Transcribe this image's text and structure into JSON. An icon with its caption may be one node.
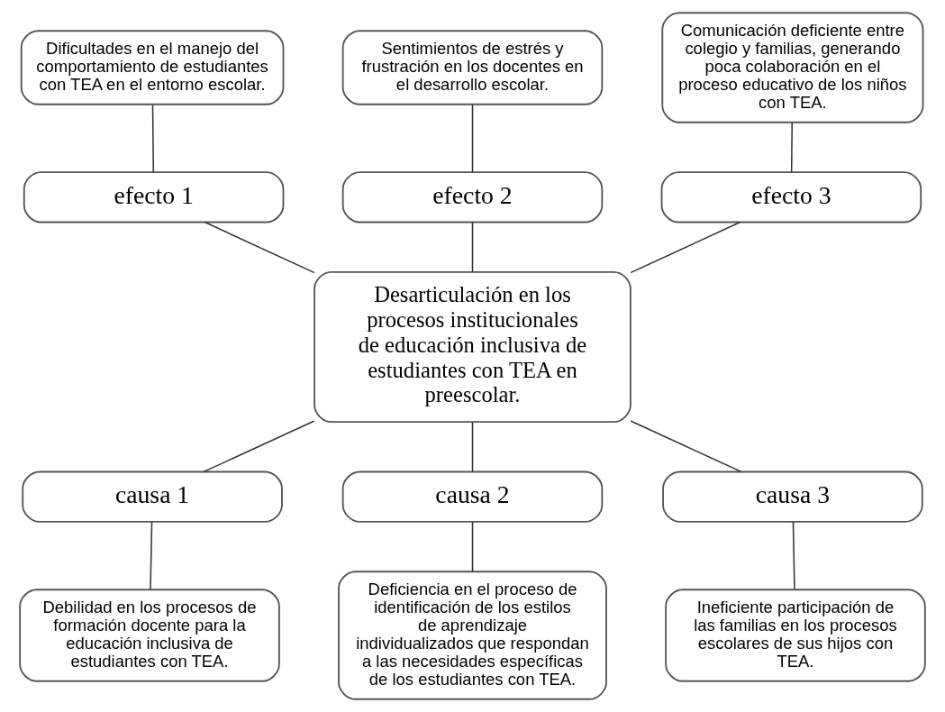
{
  "diagram": {
    "nodes": [
      {
        "text": [
          "Desarticulación en los procesos institucionales de educación inclusiva de estudiantes con TEA en preescolar."
        ]
      },
      {
        "text": [
          "efecto 1"
        ]
      },
      {
        "text": [
          "efecto 2"
        ]
      },
      {
        "text": [
          "efecto 3"
        ]
      },
      {
        "text": [
          "Dificultades en el manejo del comportamiento de estudiantes con TEA en el entorno escolar."
        ]
      },
      {
        "text": [
          "Sentimientos de estrés y frustración en los docentes en el desarrollo escolar."
        ]
      },
      {
        "text": [
          "Comunicación deficiente entre colegio y familias, generando poca colaboración en el proceso educativo de los niños con TEA."
        ]
      },
      {
        "text": [
          "causa 1"
        ]
      },
      {
        "text": [
          "causa 2"
        ]
      },
      {
        "text": [
          "causa 3"
        ]
      },
      {
        "text": [
          "Debilidad en los procesos de formación docente para la educación inclusiva de estudiantes con TEA."
        ]
      },
      {
        "text": [
          "Deficiencia en el proceso de identificación de los estilos de aprendizaje individualizados que respondan a las necesidades específicas de los estudiantes con TEA."
        ]
      },
      {
        "text": [
          "Ineficiente participación de las familias en los procesos escolares de sus hijos con TEA."
        ]
      }
    ],
    "edges": [
      {
        "from": 4,
        "to": 1,
        "arrow": "none"
      },
      {
        "from": 5,
        "to": 2,
        "arrow": "none"
      },
      {
        "from": 6,
        "to": 3,
        "arrow": "none"
      },
      {
        "from": 1,
        "to": 0,
        "arrow": "none"
      },
      {
        "from": 2,
        "to": 0,
        "arrow": "none"
      },
      {
        "from": 3,
        "to": 0,
        "arrow": "none"
      },
      {
        "from": 0,
        "to": 7,
        "arrow": "none"
      },
      {
        "from": 0,
        "to": 8,
        "arrow": "none"
      },
      {
        "from": 0,
        "to": 9,
        "arrow": "none"
      },
      {
        "from": 7,
        "to": 10,
        "arrow": "none"
      },
      {
        "from": 8,
        "to": 11,
        "arrow": "none"
      },
      {
        "from": 9,
        "to": 12,
        "arrow": "none"
      }
    ]
  }
}
